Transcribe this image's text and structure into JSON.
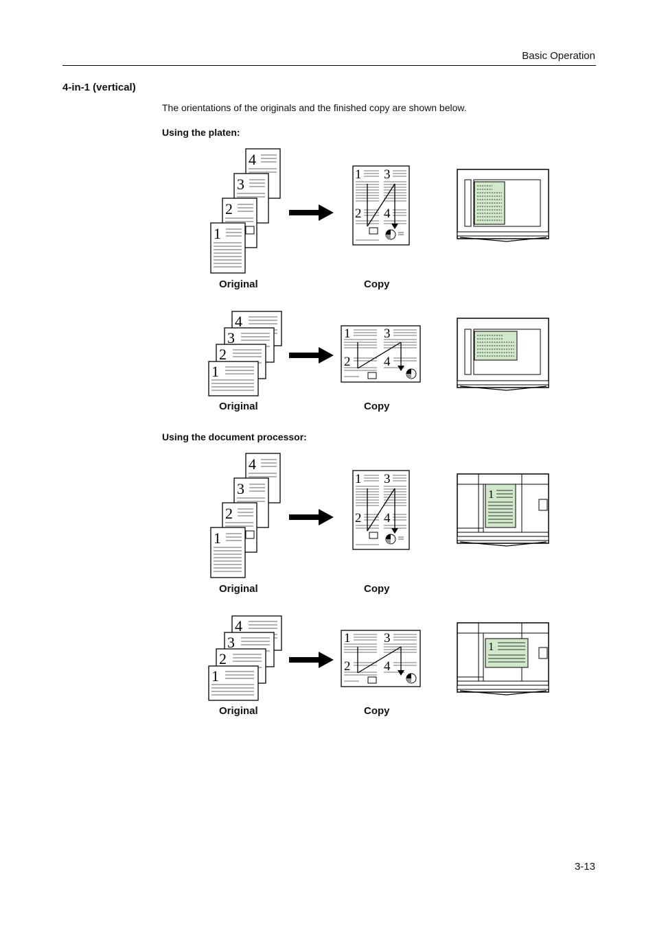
{
  "header": {
    "title": "Basic Operation"
  },
  "section": {
    "title": "4-in-1 (vertical)"
  },
  "intro": "The orientations of the originals and the finished copy are shown below.",
  "groups": [
    {
      "heading": "Using the platen:"
    },
    {
      "heading": "Using the document processor:"
    }
  ],
  "captions": {
    "original": "Original",
    "copy": "Copy"
  },
  "page_numbers": [
    "1",
    "2",
    "3",
    "4"
  ],
  "footer": {
    "page": "3-13"
  }
}
